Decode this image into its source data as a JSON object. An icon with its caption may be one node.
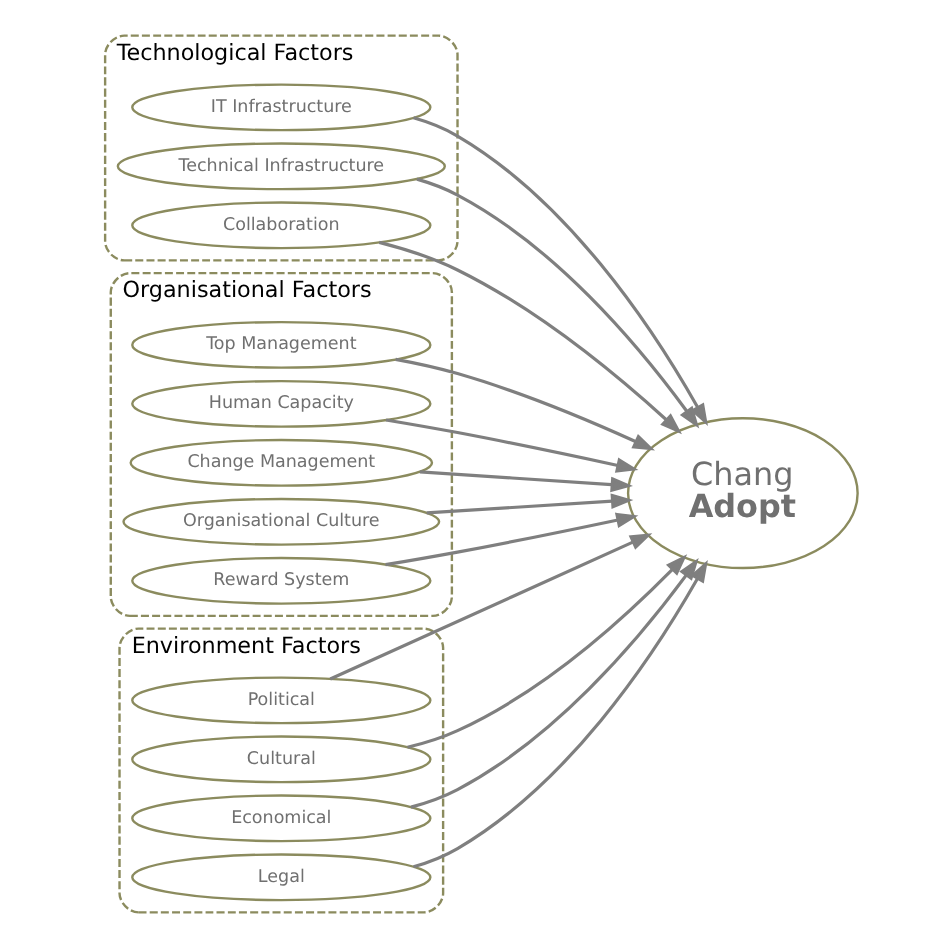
{
  "diagram": {
    "nodes": [
      {
        "text": [
          "Technological Factors"
        ]
      },
      {
        "text": [
          "IT Infrastructure"
        ],
        "in": 0
      },
      {
        "text": [
          "Technical Infrastructure"
        ],
        "in": 0
      },
      {
        "text": [
          "Collaboration"
        ],
        "in": 0
      },
      {
        "text": [
          "Organisational Factors"
        ]
      },
      {
        "text": [
          "Top Management"
        ],
        "in": 4
      },
      {
        "text": [
          "Human Capacity"
        ],
        "in": 4
      },
      {
        "text": [
          "Change Management"
        ],
        "in": 4
      },
      {
        "text": [
          "Organisational Culture"
        ],
        "in": 4
      },
      {
        "text": [
          "Reward System"
        ],
        "in": 4
      },
      {
        "text": [
          "Environment Factors"
        ]
      },
      {
        "text": [
          "Political"
        ],
        "in": 10
      },
      {
        "text": [
          "Cultural"
        ],
        "in": 10
      },
      {
        "text": [
          "Economical"
        ],
        "in": 10
      },
      {
        "text": [
          "Legal"
        ],
        "in": 10
      },
      {
        "text": [
          "Chang",
          "Adopt"
        ]
      }
    ],
    "edges": [
      {
        "from": 1,
        "to": 15,
        "arrow": "to"
      },
      {
        "from": 2,
        "to": 15,
        "arrow": "to"
      },
      {
        "from": 3,
        "to": 15,
        "arrow": "to"
      },
      {
        "from": 5,
        "to": 15,
        "arrow": "to"
      },
      {
        "from": 6,
        "to": 15,
        "arrow": "to"
      },
      {
        "from": 7,
        "to": 15,
        "arrow": "to"
      },
      {
        "from": 8,
        "to": 15,
        "arrow": "to"
      },
      {
        "from": 9,
        "to": 15,
        "arrow": "to"
      },
      {
        "from": 11,
        "to": 15,
        "arrow": "to"
      },
      {
        "from": 12,
        "to": 15,
        "arrow": "to"
      },
      {
        "from": 13,
        "to": 15,
        "arrow": "to"
      },
      {
        "from": 14,
        "to": 15,
        "arrow": "to"
      }
    ]
  }
}
